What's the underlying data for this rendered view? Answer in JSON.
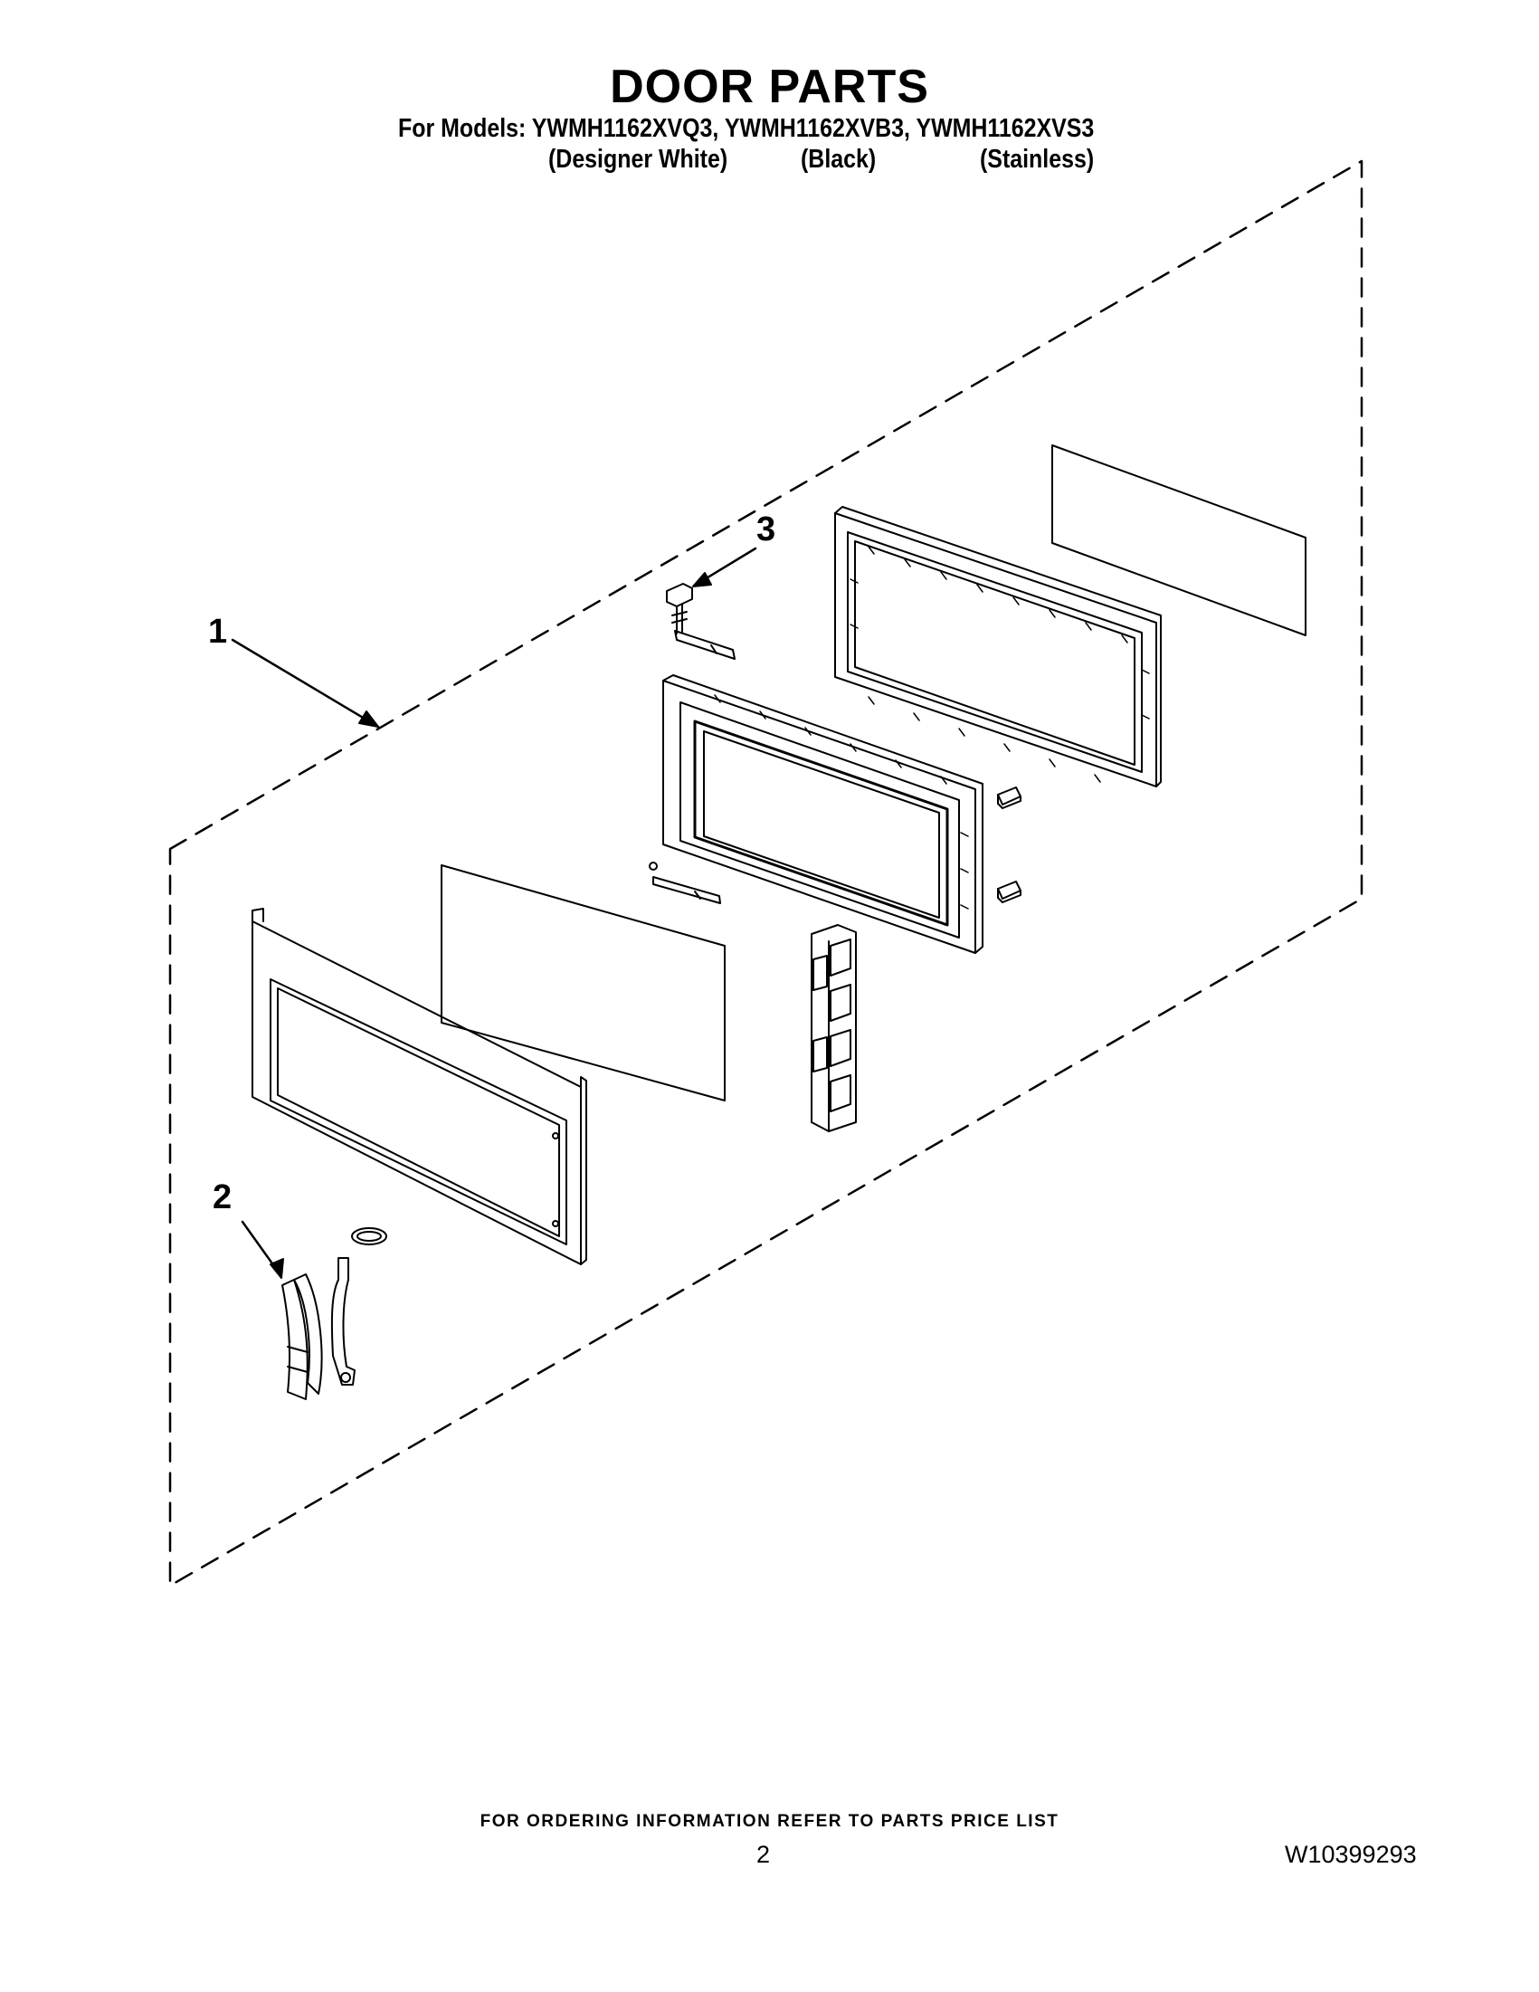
{
  "header": {
    "title": "DOOR PARTS",
    "models_line": "For Models: YWMH1162XVQ3, YWMH1162XVB3, YWMH1162XVS3",
    "variants": [
      "(Designer White)",
      "(Black)",
      "(Stainless)"
    ]
  },
  "callouts": [
    "1",
    "2",
    "3"
  ],
  "footer": {
    "ordering_note": "FOR ORDERING INFORMATION REFER TO PARTS PRICE LIST",
    "page_number": "2",
    "document_number": "W10399293"
  }
}
